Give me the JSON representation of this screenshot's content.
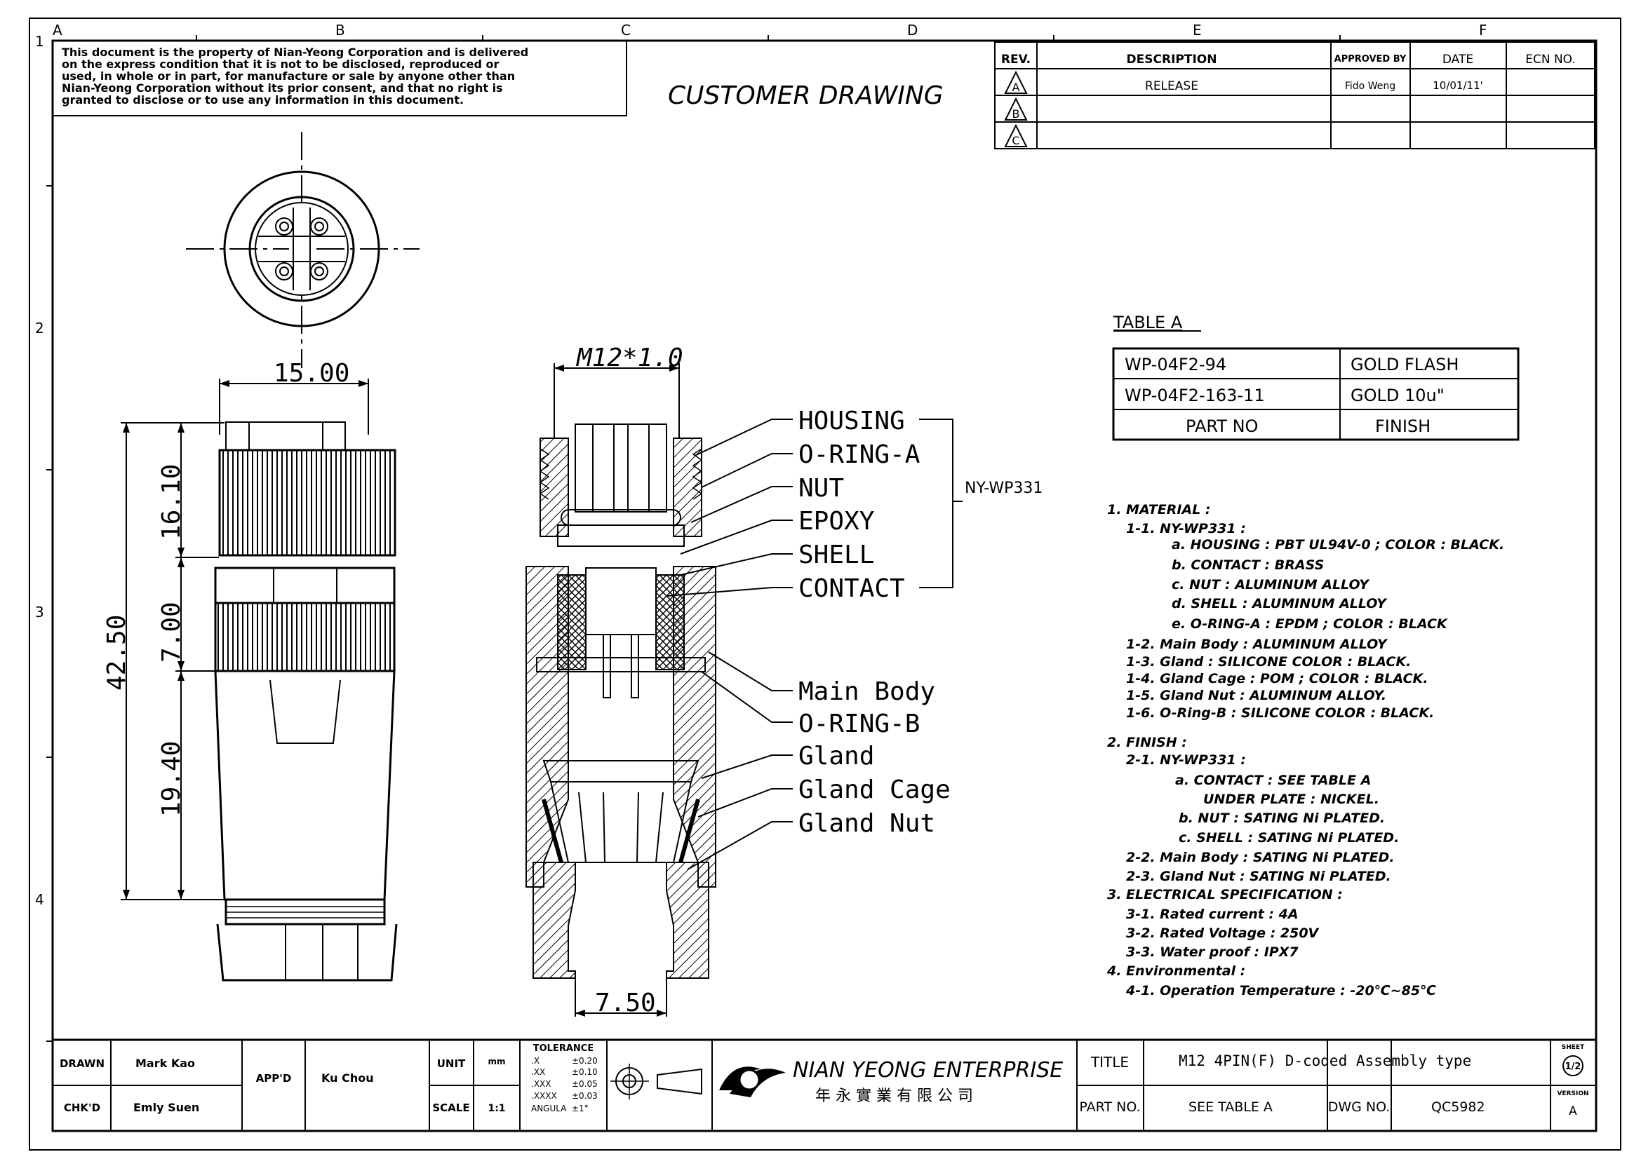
{
  "border_letters": [
    "A",
    "B",
    "C",
    "D",
    "E",
    "F"
  ],
  "border_numbers": [
    "1",
    "2",
    "3",
    "4"
  ],
  "notice": [
    "This document is the property of Nian-Yeong Corporation and is delivered",
    "on the express condition that it is not to be disclosed, reproduced or",
    "used, in whole or in part, for manufacture or sale by anyone other than",
    "Nian-Yeong Corporation without its prior consent, and that no right is",
    "granted to disclose or to use any information in this document."
  ],
  "heading": "CUSTOMER DRAWING",
  "revision_table": {
    "headers": [
      "REV.",
      "DESCRIPTION",
      "APPROVED BY",
      "DATE",
      "ECN NO."
    ],
    "rows": [
      {
        "rev": "A",
        "description": "RELEASE",
        "approved_by": "Fido Weng",
        "date": "10/01/11'",
        "ecn": ""
      },
      {
        "rev": "B",
        "description": "",
        "approved_by": "",
        "date": "",
        "ecn": ""
      },
      {
        "rev": "C",
        "description": "",
        "approved_by": "",
        "date": "",
        "ecn": ""
      }
    ]
  },
  "dimensions": {
    "width_top": "15.00",
    "overall": "42.50",
    "seg1": "16.10",
    "seg2": "7.00",
    "seg3": "19.40",
    "thread": "M12*1.0",
    "bottom": "7.50"
  },
  "callouts": [
    "HOUSING",
    "O-RING-A",
    "NUT",
    "EPOXY",
    "SHELL",
    "CONTACT",
    "Main Body",
    "O-RING-B",
    "Gland",
    "Gland Cage",
    "Gland Nut"
  ],
  "callout_group": "NY-WP331",
  "table_a": {
    "title": "TABLE A",
    "rows": [
      {
        "part": "WP-04F2-94",
        "finish": "GOLD FLASH"
      },
      {
        "part": "WP-04F2-163-11",
        "finish": "GOLD 10u\""
      }
    ],
    "footer": {
      "part": "PART NO",
      "finish": "FINISH"
    }
  },
  "specs": [
    "1. MATERIAL :",
    "1-1. NY-WP331 :",
    "a. HOUSING : PBT UL94V-0 ; COLOR : BLACK.",
    "b. CONTACT : BRASS",
    "c. NUT : ALUMINUM ALLOY",
    "d. SHELL : ALUMINUM ALLOY",
    "e. O-RING-A : EPDM ; COLOR : BLACK",
    "1-2. Main Body : ALUMINUM ALLOY",
    "1-3. Gland : SILICONE COLOR : BLACK.",
    "1-4. Gland Cage : POM ; COLOR : BLACK.",
    "1-5. Gland Nut : ALUMINUM ALLOY.",
    "1-6. O-Ring-B : SILICONE COLOR : BLACK.",
    "2. FINISH :",
    "2-1. NY-WP331 :",
    "a. CONTACT : SEE TABLE A",
    "UNDER PLATE : NICKEL.",
    "b. NUT : SATING Ni PLATED.",
    "c. SHELL : SATING Ni PLATED.",
    "2-2. Main Body : SATING Ni PLATED.",
    "2-3. Gland Nut : SATING Ni PLATED.",
    "3. ELECTRICAL SPECIFICATION :",
    "3-1. Rated current : 4A",
    "3-2. Rated Voltage : 250V",
    "3-3. Water proof : IPX7",
    "4. Environmental :",
    "4-1. Operation Temperature : -20℃~85℃"
  ],
  "title_block": {
    "drawn_label": "DRAWN",
    "drawn": "Mark Kao",
    "chkd_label": "CHK'D",
    "chkd": "Emly Suen",
    "appd_label": "APP'D",
    "appd": "Ku Chou",
    "unit_label": "UNIT",
    "unit": "mm",
    "scale_label": "SCALE",
    "scale": "1:1",
    "tolerance_label": "TOLERANCE",
    "tolerances": [
      {
        "k": ".X",
        "v": "±0.20"
      },
      {
        "k": ".XX",
        "v": "±0.10"
      },
      {
        "k": ".XXX",
        "v": "±0.05"
      },
      {
        "k": ".XXXX",
        "v": "±0.03"
      },
      {
        "k": "ANGULA",
        "v": "±1°"
      }
    ],
    "company": "NIAN YEONG ENTERPRISE",
    "company_cn": "年 永 實 業 有 限 公 司",
    "title_label": "TITLE",
    "title": "M12 4PIN(F)  D-coded Assembly type",
    "part_label": "PART NO.",
    "part": "SEE TABLE A",
    "dwg_label": "DWG NO.",
    "dwg": "QC5982",
    "sheet_label": "SHEET",
    "sheet": "1/2",
    "version_label": "VERSION",
    "version": "A"
  }
}
